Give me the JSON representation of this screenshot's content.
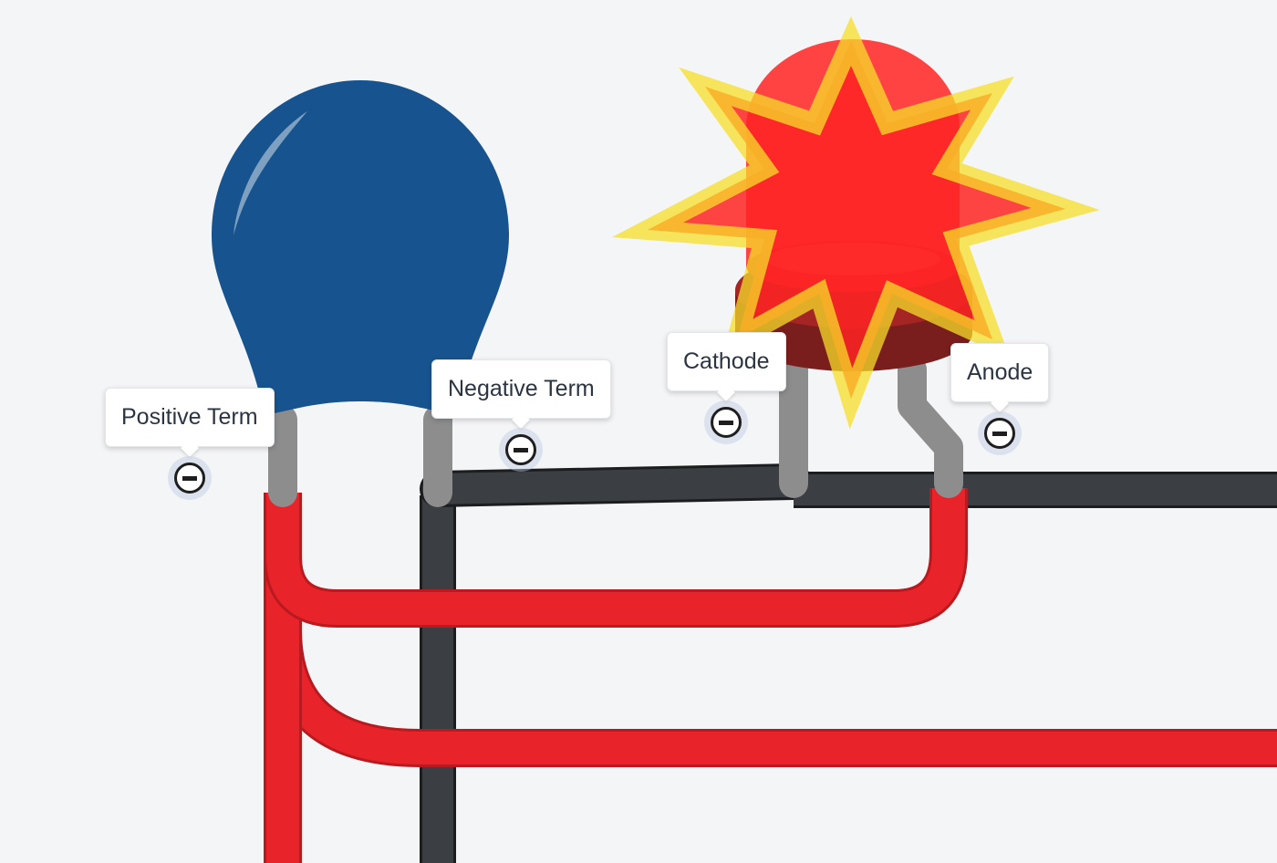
{
  "terminals": [
    {
      "id": "positive-term",
      "label": "Positive Term"
    },
    {
      "id": "negative-term",
      "label": "Negative Term"
    },
    {
      "id": "cathode",
      "label": "Cathode"
    },
    {
      "id": "anode",
      "label": "Anode"
    }
  ],
  "components": {
    "bulb": {
      "color": "#17548f"
    },
    "led": {
      "color": "#ff2b2b",
      "base_color": "#8b2222",
      "flash_color": "#f7e23a"
    }
  },
  "wire_colors": {
    "red": "#e8232a",
    "black": "#3b3e42",
    "lead": "#8d8d8d"
  },
  "icons": {
    "terminal_button": "minus-circle-icon"
  }
}
